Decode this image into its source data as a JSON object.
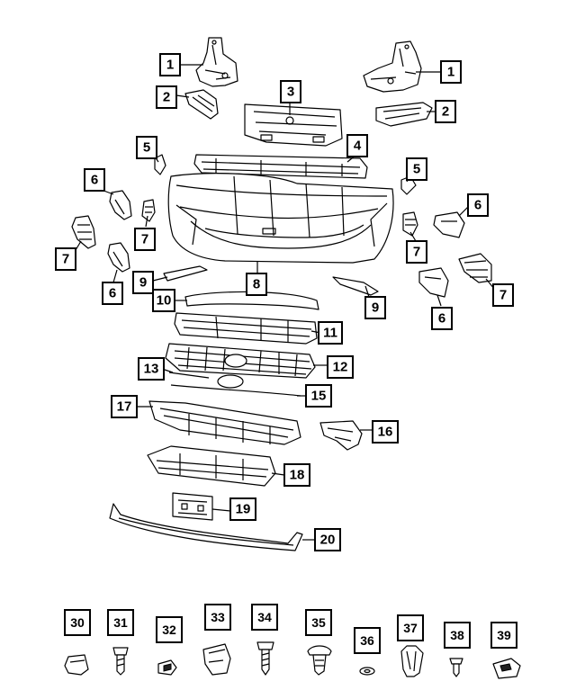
{
  "callouts": [
    {
      "id": "c1a",
      "label": "1"
    },
    {
      "id": "c1b",
      "label": "1"
    },
    {
      "id": "c2a",
      "label": "2"
    },
    {
      "id": "c2b",
      "label": "2"
    },
    {
      "id": "c3",
      "label": "3"
    },
    {
      "id": "c4",
      "label": "4"
    },
    {
      "id": "c5a",
      "label": "5"
    },
    {
      "id": "c5b",
      "label": "5"
    },
    {
      "id": "c6a",
      "label": "6"
    },
    {
      "id": "c6b",
      "label": "6"
    },
    {
      "id": "c6c",
      "label": "6"
    },
    {
      "id": "c6d",
      "label": "6"
    },
    {
      "id": "c7a",
      "label": "7"
    },
    {
      "id": "c7b",
      "label": "7"
    },
    {
      "id": "c7c",
      "label": "7"
    },
    {
      "id": "c7d",
      "label": "7"
    },
    {
      "id": "c8",
      "label": "8"
    },
    {
      "id": "c9a",
      "label": "9"
    },
    {
      "id": "c9b",
      "label": "9"
    },
    {
      "id": "c10",
      "label": "10"
    },
    {
      "id": "c11",
      "label": "11"
    },
    {
      "id": "c12",
      "label": "12"
    },
    {
      "id": "c13",
      "label": "13"
    },
    {
      "id": "c15",
      "label": "15"
    },
    {
      "id": "c16",
      "label": "16"
    },
    {
      "id": "c17",
      "label": "17"
    },
    {
      "id": "c18",
      "label": "18"
    },
    {
      "id": "c19",
      "label": "19"
    },
    {
      "id": "c20",
      "label": "20"
    }
  ],
  "hardware": [
    {
      "id": "h30",
      "label": "30"
    },
    {
      "id": "h31",
      "label": "31"
    },
    {
      "id": "h32",
      "label": "32"
    },
    {
      "id": "h33",
      "label": "33"
    },
    {
      "id": "h34",
      "label": "34"
    },
    {
      "id": "h35",
      "label": "35"
    },
    {
      "id": "h36",
      "label": "36"
    },
    {
      "id": "h37",
      "label": "37"
    },
    {
      "id": "h38",
      "label": "38"
    },
    {
      "id": "h39",
      "label": "39"
    }
  ]
}
